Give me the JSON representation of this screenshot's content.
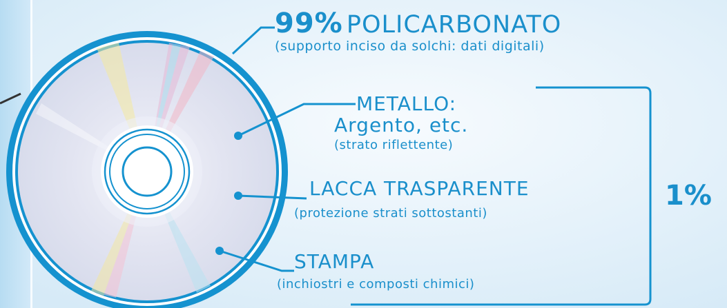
{
  "layers": {
    "policarbonato": {
      "percent": "99%",
      "name": "POLICARBONATO",
      "desc": "(supporto inciso da solchi: dati digitali)"
    },
    "metallo": {
      "name_line1": "METALLO:",
      "name_line2": "Argento, etc.",
      "desc": "(strato riflettente)"
    },
    "lacca": {
      "name": "LACCA TRASPARENTE",
      "desc": "(protezione strati sottostanti)"
    },
    "stampa": {
      "name": "STAMPA",
      "desc": "(inchiostri e composti chimici)"
    },
    "group_percent": "1%"
  },
  "colors": {
    "accent": "#1592cf",
    "background": "#e8f3fb",
    "disc": "#dfe2f1"
  }
}
